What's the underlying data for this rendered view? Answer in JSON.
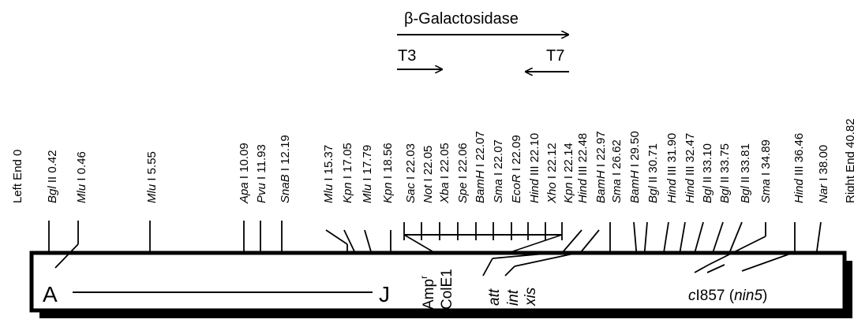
{
  "title": "β-Galactosidase",
  "promoters": {
    "t3": "T3",
    "t7": "T7"
  },
  "sites": [
    {
      "enzyme": "Left End",
      "pos": "0",
      "italic": false
    },
    {
      "enzyme": "Bgl",
      "suffix": " II",
      "pos": "0.42",
      "italic": true
    },
    {
      "enzyme": "Mlu",
      "suffix": " I",
      "pos": "0.46",
      "italic": true
    },
    {
      "enzyme": "Mlu",
      "suffix": " I",
      "pos": "5.55",
      "italic": true
    },
    {
      "enzyme": "Apa",
      "suffix": " I",
      "pos": "10.09",
      "italic": true
    },
    {
      "enzyme": "Pvu",
      "suffix": " I",
      "pos": "11.93",
      "italic": true
    },
    {
      "enzyme": "SnaB",
      "suffix": " I",
      "pos": "12.19",
      "italic": true
    },
    {
      "enzyme": "Mlu",
      "suffix": " I",
      "pos": "15.37",
      "italic": true
    },
    {
      "enzyme": "Kpn",
      "suffix": " I",
      "pos": "17.05",
      "italic": true
    },
    {
      "enzyme": "Mlu",
      "suffix": " I",
      "pos": "17.79",
      "italic": true
    },
    {
      "enzyme": "Kpn",
      "suffix": " I",
      "pos": "18.56",
      "italic": true
    },
    {
      "enzyme": "Sac",
      "suffix": " I",
      "pos": "22.03",
      "italic": true
    },
    {
      "enzyme": "Not",
      "suffix": " I",
      "pos": "22.05",
      "italic": true
    },
    {
      "enzyme": "Xba",
      "suffix": " I",
      "pos": "22.05",
      "italic": true
    },
    {
      "enzyme": "Spe",
      "suffix": " I",
      "pos": "22.06",
      "italic": true
    },
    {
      "enzyme": "BamH",
      "suffix": " I",
      "pos": "22.07",
      "italic": true
    },
    {
      "enzyme": "Sma",
      "suffix": " I",
      "pos": "22.07",
      "italic": true
    },
    {
      "enzyme": "EcoR",
      "suffix": " I",
      "pos": "22.09",
      "italic": true
    },
    {
      "enzyme": "Hind",
      "suffix": " III",
      "pos": "22.10",
      "italic": true
    },
    {
      "enzyme": "Xho",
      "suffix": " I",
      "pos": "22.12",
      "italic": true
    },
    {
      "enzyme": "Kpn",
      "suffix": " I",
      "pos": "22.14",
      "italic": true
    },
    {
      "enzyme": "Hind",
      "suffix": " III",
      "pos": "22.48",
      "italic": true
    },
    {
      "enzyme": "BamH",
      "suffix": " I",
      "pos": "22.97",
      "italic": true
    },
    {
      "enzyme": "Sma",
      "suffix": " I",
      "pos": "26.62",
      "italic": true
    },
    {
      "enzyme": "BamH",
      "suffix": " I",
      "pos": "29.50",
      "italic": true
    },
    {
      "enzyme": "Bgl",
      "suffix": " II",
      "pos": "30.71",
      "italic": true
    },
    {
      "enzyme": "Hind",
      "suffix": " III",
      "pos": "31.90",
      "italic": true
    },
    {
      "enzyme": "Hind",
      "suffix": " III",
      "pos": "32.47",
      "italic": true
    },
    {
      "enzyme": "Bgl",
      "suffix": " II",
      "pos": "33.10",
      "italic": true
    },
    {
      "enzyme": "Bgl",
      "suffix": " II",
      "pos": "33.75",
      "italic": true
    },
    {
      "enzyme": "Bgl",
      "suffix": " II",
      "pos": "33.81",
      "italic": true
    },
    {
      "enzyme": "Sma",
      "suffix": " I",
      "pos": "34.89",
      "italic": true
    },
    {
      "enzyme": "Hind",
      "suffix": " III",
      "pos": "36.46",
      "italic": true
    },
    {
      "enzyme": "Nar",
      "suffix": " I",
      "pos": "38.00",
      "italic": true
    },
    {
      "enzyme": "Right End",
      "pos": "40.82",
      "italic": false
    }
  ],
  "genes": {
    "a": "A",
    "j": "J",
    "amp": "Amp",
    "amp_sup": "r",
    "cole1": "ColE1",
    "att": "att",
    "int": "int",
    "xis": "xis",
    "ci_c": "c",
    "ci_rest": "I857 (",
    "nin": "nin5",
    "close_paren": ")"
  }
}
